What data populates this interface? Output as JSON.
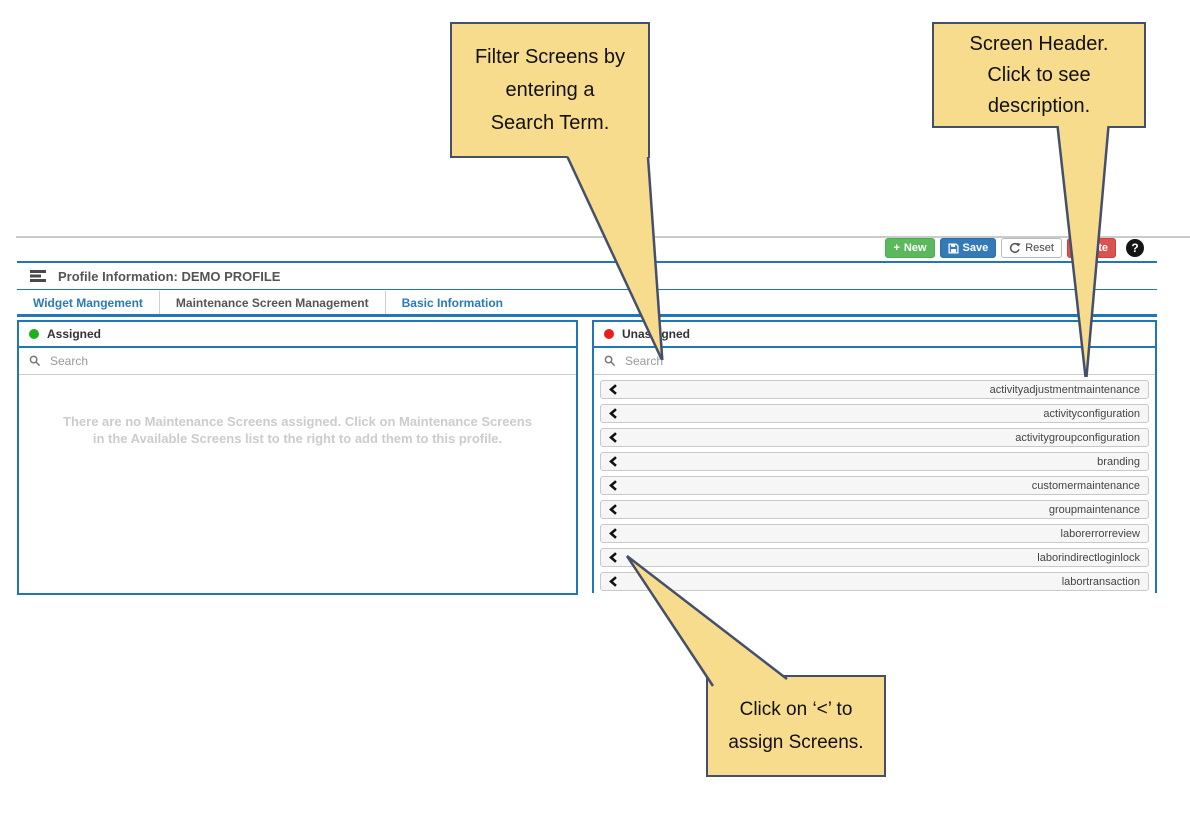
{
  "toolbar": {
    "new_label": "New",
    "save_label": "Save",
    "reset_label": "Reset",
    "delete_label": "Delete",
    "help_label": "?"
  },
  "profile_header": {
    "title": "Profile Information: DEMO PROFILE"
  },
  "tabs": [
    {
      "label": "Widget Mangement"
    },
    {
      "label": "Maintenance Screen Management"
    },
    {
      "label": "Basic Information"
    }
  ],
  "assigned_panel": {
    "title": "Assigned",
    "search_placeholder": "Search",
    "search_value": "",
    "empty_message": "There are no Maintenance Screens assigned. Click on Maintenance Screens in the Available Screens list to the right to add them to this profile."
  },
  "unassigned_panel": {
    "title": "Unassigned",
    "search_placeholder": "Search",
    "search_value": "",
    "items": [
      "activityadjustmentmaintenance",
      "activityconfiguration",
      "activitygroupconfiguration",
      "branding",
      "customermaintenance",
      "groupmaintenance",
      "laborerrorreview",
      "laborindirectloginlock",
      "labortransaction"
    ]
  },
  "callouts": {
    "filter": {
      "line1": "Filter Screens by",
      "line2": "entering a",
      "line3": "Search Term."
    },
    "header": {
      "line1": "Screen Header.",
      "line2": "Click to see",
      "line3": "description."
    },
    "assign": {
      "line1": "Click on ‘<’ to",
      "line2": "assign Screens."
    }
  },
  "colors": {
    "callout_fill": "#F8DC8E",
    "callout_border": "#44506B",
    "panel_border": "#2077b5",
    "new_button": "#5cb85c",
    "save_button": "#337ab7",
    "delete_button": "#d9534f",
    "assigned_dot": "#1fae1f",
    "unassigned_dot": "#ea1c1c"
  }
}
